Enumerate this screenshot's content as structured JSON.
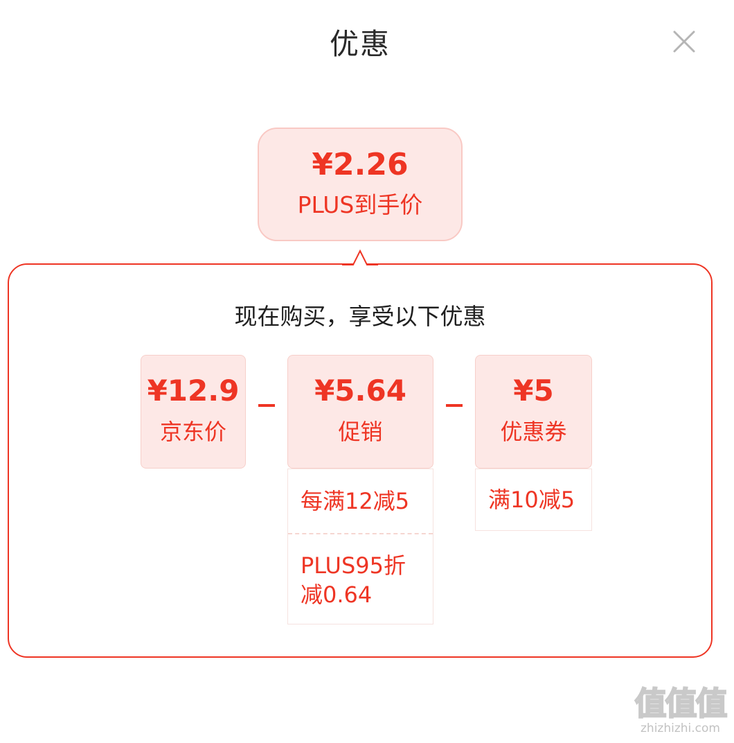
{
  "dialog": {
    "title": "优惠",
    "close_icon": "close-icon"
  },
  "summary": {
    "final_price": "¥2.26",
    "final_label": "PLUS到手价"
  },
  "breakdown": {
    "subtitle": "现在购买，享受以下优惠",
    "operator": "-",
    "items": [
      {
        "amount": "¥12.9",
        "label": "京东价"
      },
      {
        "amount": "¥5.64",
        "label": "促销"
      },
      {
        "amount": "¥5",
        "label": "优惠券"
      }
    ],
    "promotion_details": [
      "每满12减5",
      "PLUS95折减0.64"
    ],
    "coupon_details": [
      "满10减5"
    ]
  },
  "watermark": {
    "glyphs": "值值值",
    "url": "zhizhizhi.com"
  },
  "colors": {
    "accent": "#ee3524",
    "card_bg": "#fde8e6",
    "card_border": "#f7cfca"
  }
}
